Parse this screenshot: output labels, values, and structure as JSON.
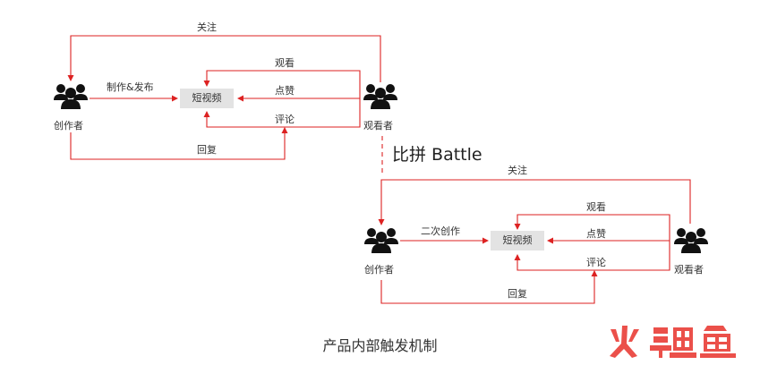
{
  "colors": {
    "arrow": "#dd2222",
    "icon": "#111111",
    "box": "#e3e3e3",
    "logo": "#e8322b"
  },
  "diagram1": {
    "creator": "创作者",
    "viewer": "观看者",
    "center": "短视频",
    "edge_follow": "关注",
    "edge_publish": "制作&发布",
    "edge_view": "观看",
    "edge_like": "点赞",
    "edge_comment": "评论",
    "edge_reply": "回复"
  },
  "divider_label": "比拼 Battle",
  "diagram2": {
    "creator": "创作者",
    "viewer": "观看者",
    "center": "短视频",
    "edge_follow": "关注",
    "edge_recreate": "二次创作",
    "edge_view": "观看",
    "edge_like": "点赞",
    "edge_comment": "评论",
    "edge_reply": "回复"
  },
  "caption": "产品内部触发机制",
  "watermark": "火鲤鱼"
}
